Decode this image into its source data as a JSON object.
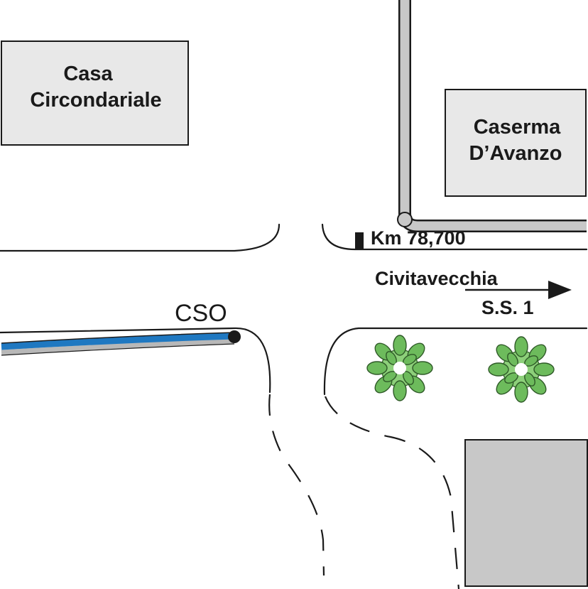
{
  "buildings": {
    "casa_line1": "Casa",
    "casa_line2": "Circondariale",
    "caserma_line1": "Caserma",
    "caserma_line2": "D’Avanzo"
  },
  "markers": {
    "km": "Km 78,700",
    "station": "CSO"
  },
  "direction": {
    "city": "Civitavecchia",
    "road": "S.S. 1"
  },
  "colors": {
    "building_fill": "#e8e8e8",
    "pipe_blue": "#1f78c1",
    "pipe_gray": "#b8b8b8",
    "tree_green": "#6dbb5c"
  }
}
